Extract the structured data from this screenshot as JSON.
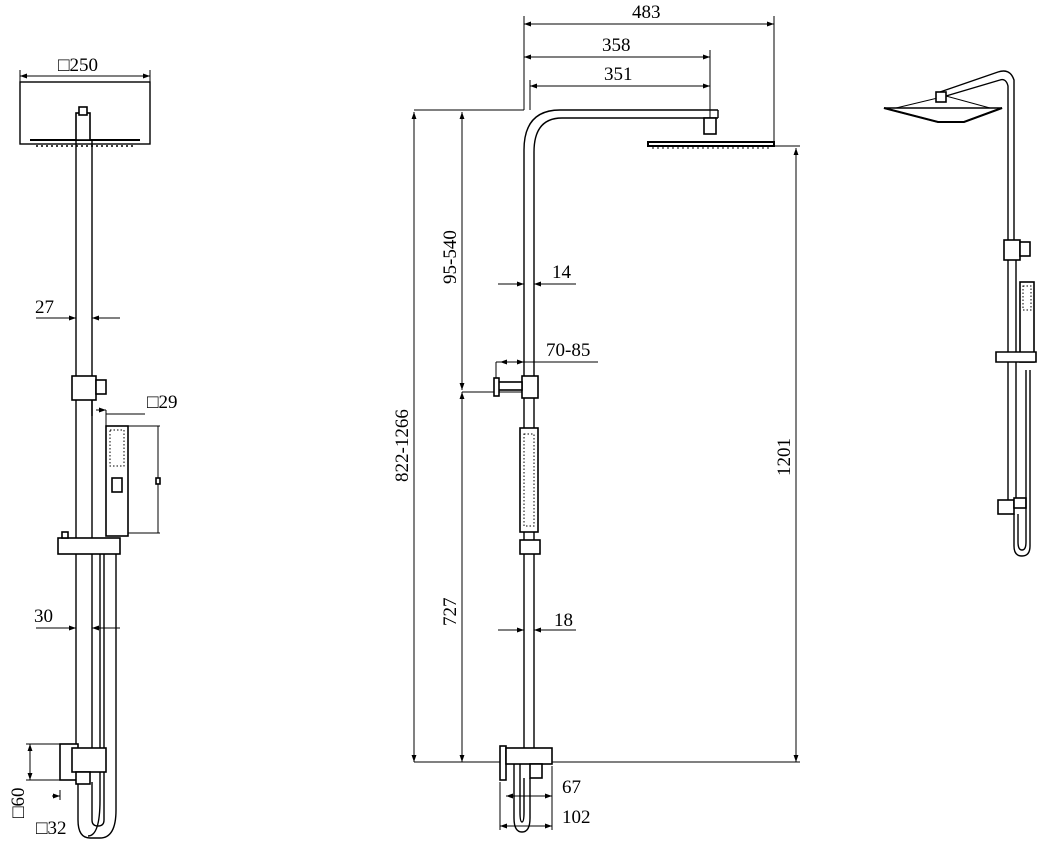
{
  "diagram": {
    "front_view": {
      "head_size": "□250",
      "rail_upper_width": "27",
      "handshower_size": "□29",
      "rail_lower_width": "30",
      "inlet_height": "□60",
      "inlet_width": "□32"
    },
    "side_view": {
      "overall_reach": "483",
      "arm_reach_outer": "358",
      "arm_reach_inner": "351",
      "adjustable_top": "95-540",
      "upper_rail_diameter": "14",
      "diverter_projection": "70-85",
      "overall_height_range": "822-1266",
      "head_height": "1201",
      "lower_rail_height": "727",
      "lower_rail_diameter": "18",
      "inlet_projection": "67",
      "inlet_depth": "102"
    }
  }
}
